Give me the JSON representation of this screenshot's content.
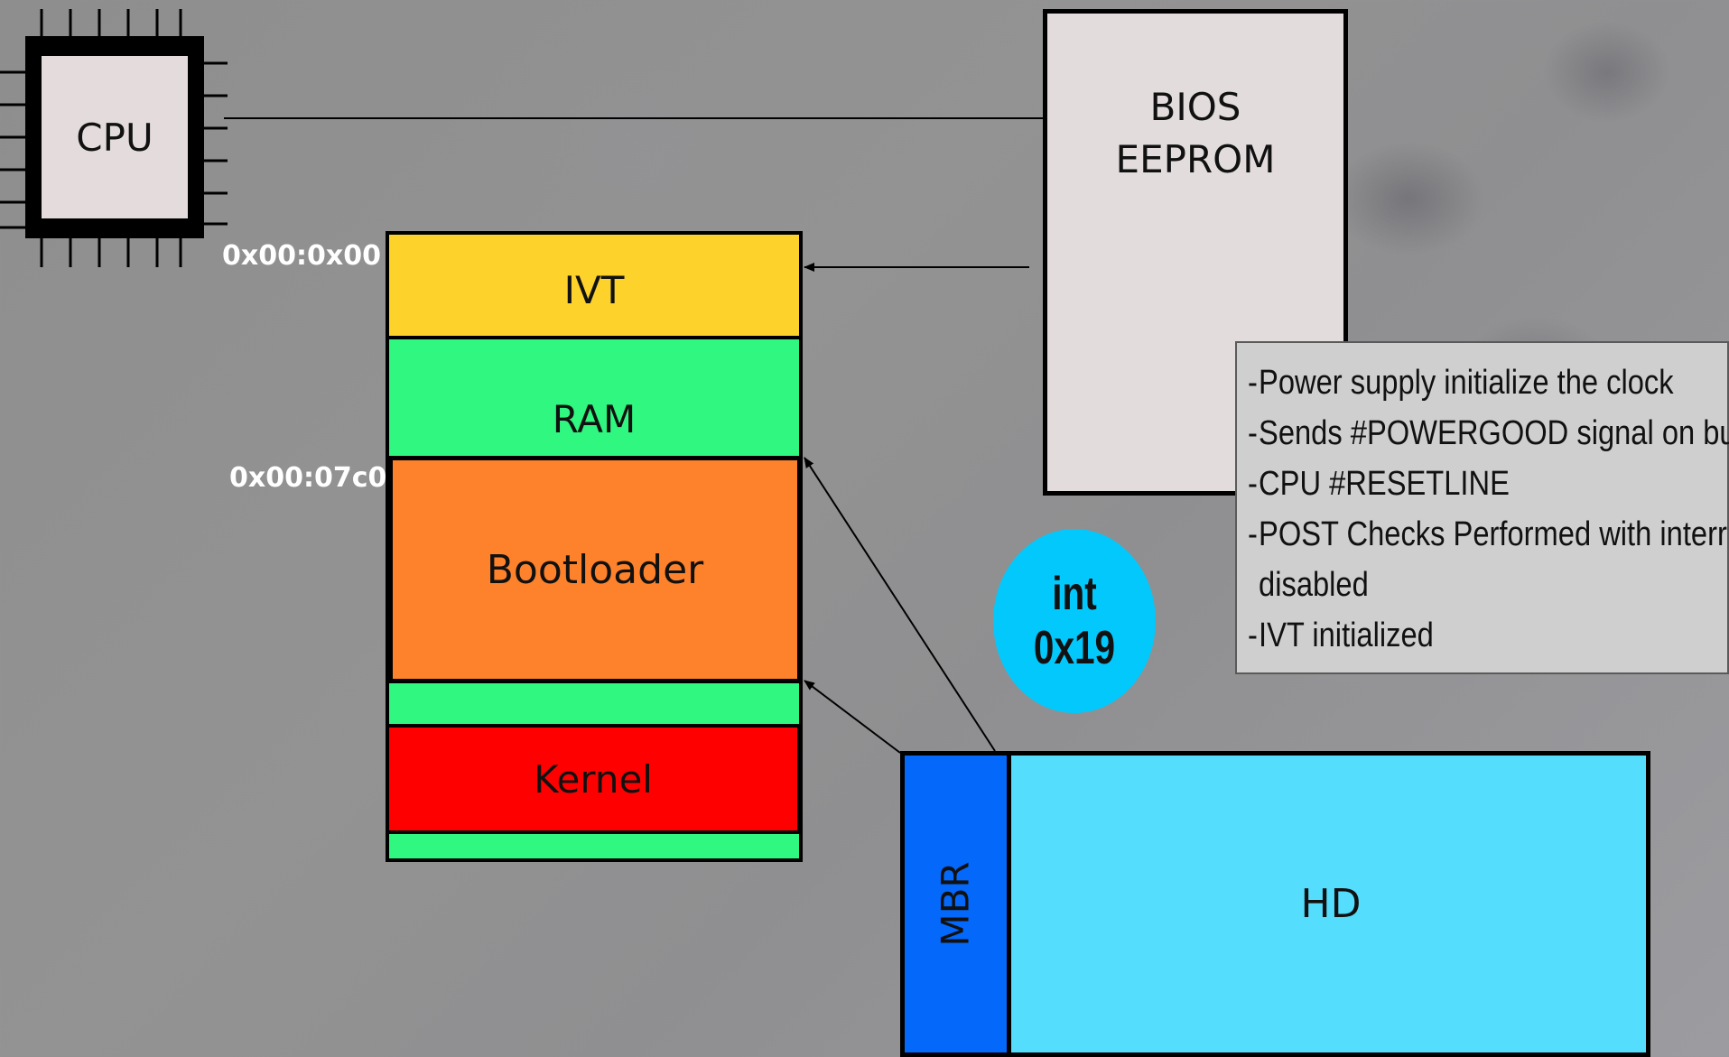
{
  "cpu": {
    "label": "CPU"
  },
  "bios": {
    "label": "BIOS\nEEPROM"
  },
  "memory": {
    "ivt_label": "IVT",
    "ram_label": "RAM",
    "bootloader_label": "Bootloader",
    "kernel_label": "Kernel",
    "address_top": "0x00:0x00",
    "address_bootloader": "0x00:07c0"
  },
  "notes": [
    "Power supply initialize the clock",
    "Sends #POWERGOOD signal on bus",
    "CPU #RESETLINE",
    "POST Checks Performed with interrupts",
    "disabled",
    "IVT initialized"
  ],
  "interrupt": {
    "label": "int 0x19"
  },
  "disk": {
    "mbr_label": "MBR",
    "hd_label": "HD"
  },
  "colors": {
    "ivt": "#fdd22b",
    "ram": "#2ff77f",
    "bootloader": "#fe822b",
    "kernel": "#fe0000",
    "mbr": "#0468fa",
    "hd": "#55ddfd",
    "interrupt": "#03c8fb",
    "bios": "#e2dcdc"
  }
}
